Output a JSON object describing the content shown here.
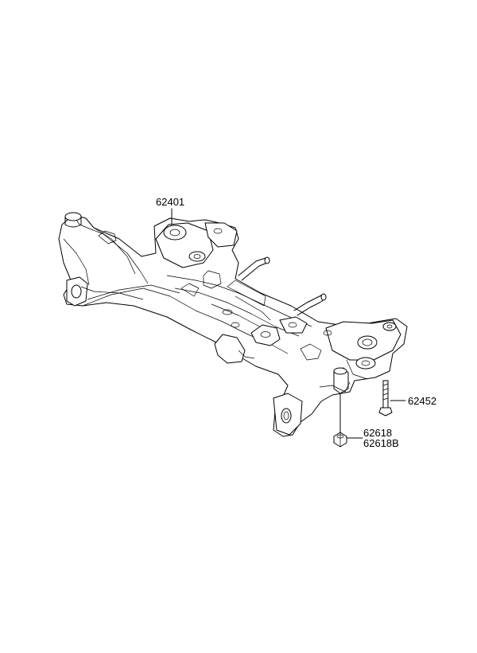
{
  "callouts": {
    "crossmember": "62401",
    "bolt": "62452",
    "nut": "62618",
    "nut_alt": "62618B"
  }
}
